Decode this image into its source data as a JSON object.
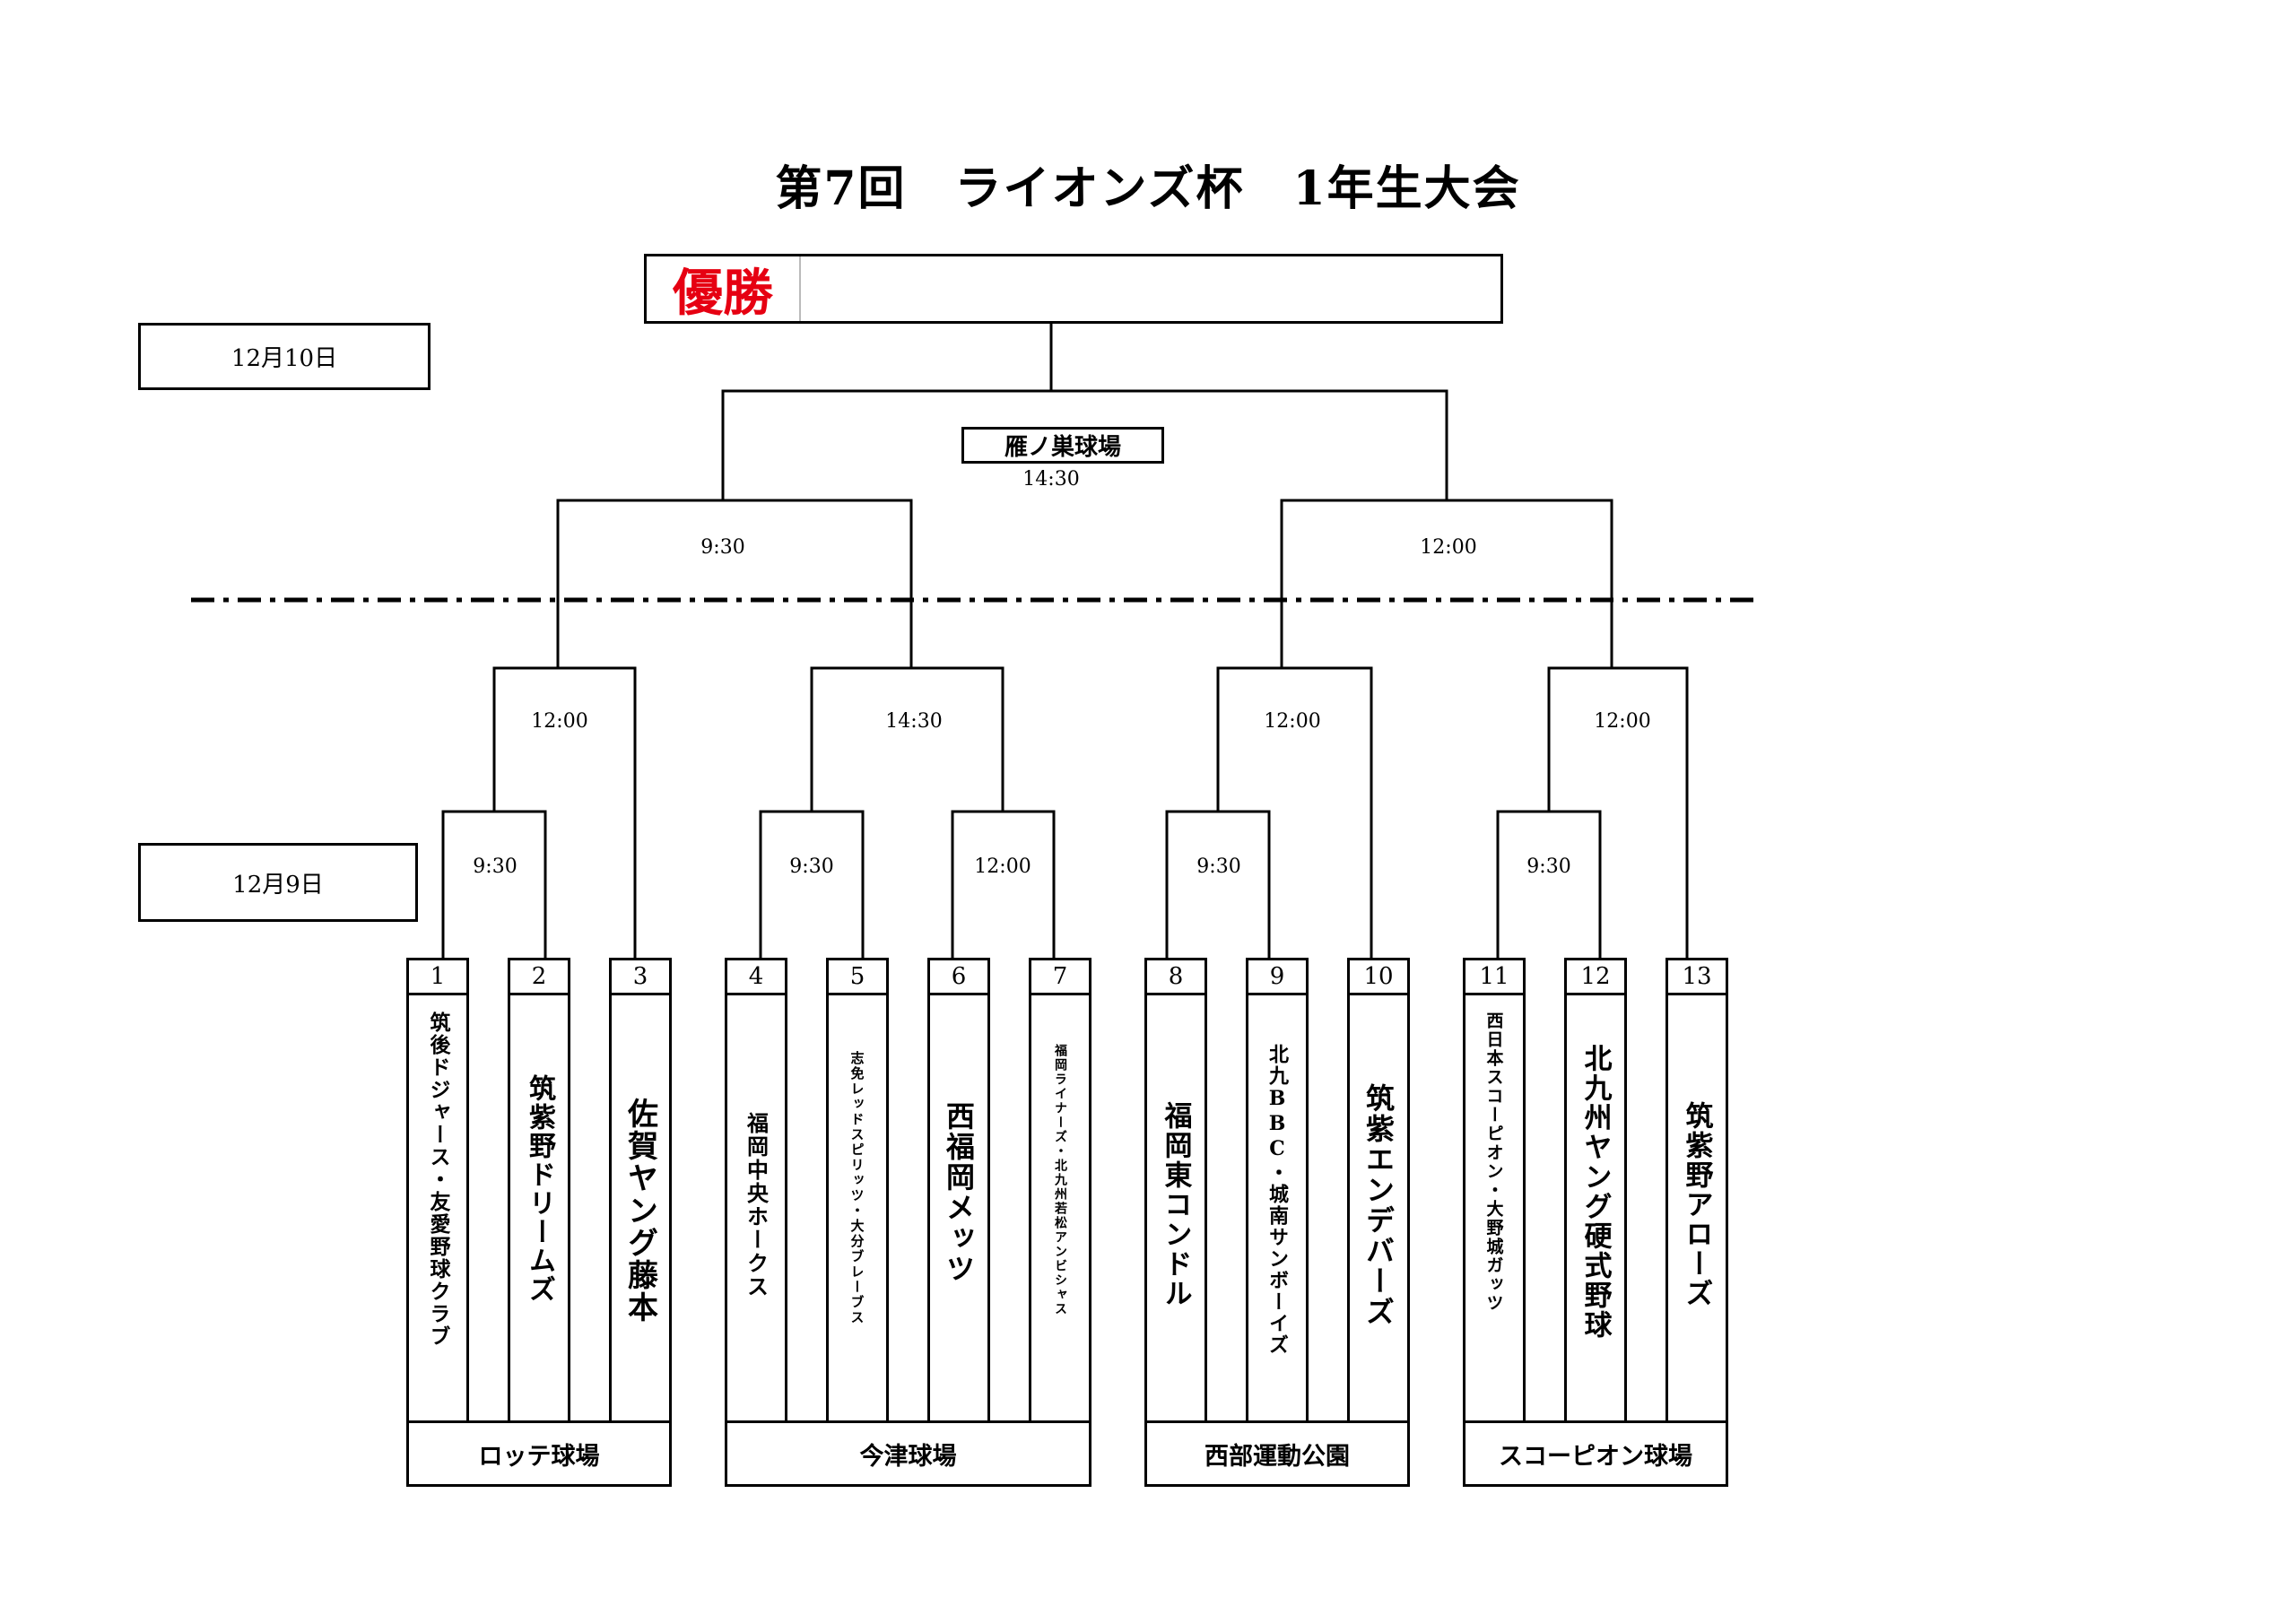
{
  "title": "第7回　ライオンズ杯　1年生大会",
  "champion": {
    "label": "優勝",
    "value": ""
  },
  "dates": {
    "day2": "12月10日",
    "day1": "12月9日"
  },
  "final": {
    "venue": "雁ノ巣球場",
    "time": "14:30"
  },
  "semifinal_times": [
    "9:30",
    "12:00"
  ],
  "quarter_times": [
    "12:00",
    "14:30",
    "12:00",
    "12:00"
  ],
  "first_round_times": [
    "9:30",
    "9:30",
    "12:00",
    "9:30",
    "9:30"
  ],
  "teams": [
    {
      "no": "1",
      "name": "筑後ドジャース・友愛野球クラブ"
    },
    {
      "no": "2",
      "name": "筑紫野ドリームズ"
    },
    {
      "no": "3",
      "name": "佐賀ヤング藤本"
    },
    {
      "no": "4",
      "name": "福岡中央ホークス"
    },
    {
      "no": "5",
      "name": "志免レッドスピリッツ・大分ブレーブス"
    },
    {
      "no": "6",
      "name": "西福岡メッツ"
    },
    {
      "no": "7",
      "name": "福岡ライナーズ・北九州若松アンビシャス"
    },
    {
      "no": "8",
      "name": "福岡東コンドル"
    },
    {
      "no": "9",
      "name": "北九BBC・城南サンボーイズ"
    },
    {
      "no": "10",
      "name": "筑紫エンデバーズ"
    },
    {
      "no": "11",
      "name": "西日本スコーピオン・大野城ガッツ"
    },
    {
      "no": "12",
      "name": "北九州ヤング硬式野球"
    },
    {
      "no": "13",
      "name": "筑紫野アローズ"
    }
  ],
  "venues": [
    "ロッテ球場",
    "今津球場",
    "西部運動公園",
    "スコーピオン球場"
  ]
}
